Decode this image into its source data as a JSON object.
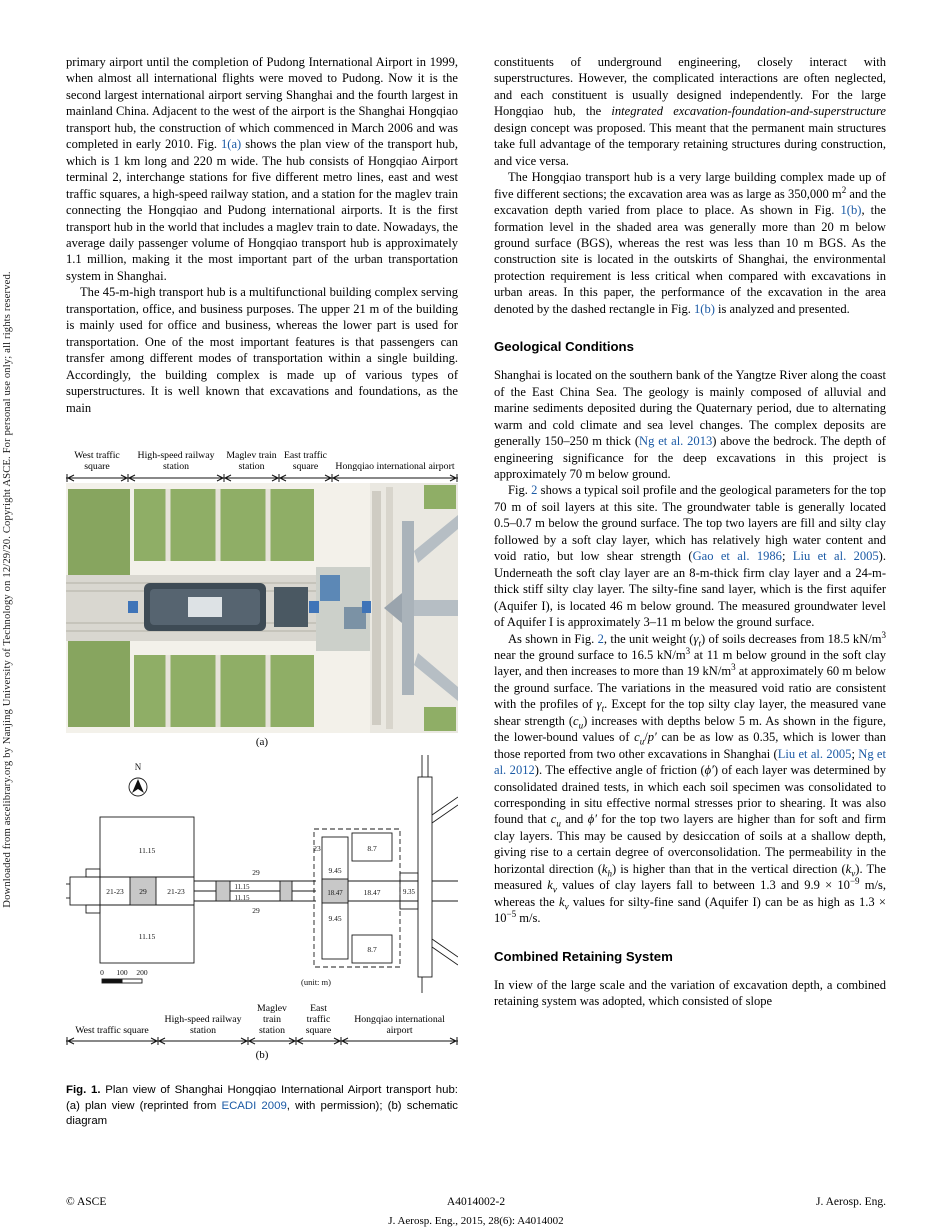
{
  "watermark": "Downloaded from ascelibrary.org by Nanjing University of Technology on 12/29/20. Copyright ASCE. For personal use only; all rights reserved.",
  "left_column": {
    "para1": [
      {
        "t": "primary airport until the completion of Pudong International Airport in 1999, when almost all international flights were moved to Pudong. Now it is the second largest international airport serving Shanghai and the fourth largest in mainland China. Adjacent to the west of the airport is the Shanghai Hongqiao transport hub, the construction of which commenced in March 2006 and was completed in early 2010. Fig. "
      },
      {
        "t": "1(a)",
        "link": true
      },
      {
        "t": " shows the plan view of the transport hub, which is 1 km long and 220 m wide. The hub consists of Hongqiao Airport terminal 2, interchange stations for five different metro lines, east and west traffic squares, a high-speed railway station, and a station for the maglev train connecting the Hongqiao and Pudong international airports. It is the first transport hub in the world that includes a maglev train to date. Nowadays, the average daily passenger volume of Hongqiao transport hub is approximately 1.1 million, making it the most important part of the urban transportation system in Shanghai."
      }
    ],
    "para2": [
      {
        "t": "The 45-m-high transport hub is a multifunctional building complex serving transportation, office, and business purposes. The upper 21 m of the building is mainly used for office and business, whereas the lower part is used for transportation. One of the most important features is that passengers can transfer among different modes of transportation within a single building. Accordingly, the building complex is made up of various types of superstructures. It is well known that excavations and foundations, as the main"
      }
    ]
  },
  "right_column": {
    "para1": [
      {
        "t": "constituents of underground engineering, closely interact with superstructures. However, the complicated interactions are often neglected, and each constituent is usually designed independently. For the large Hongqiao hub, the "
      },
      {
        "t": "integrated excavation-foundation-and-superstructure",
        "italic": true
      },
      {
        "t": " design concept was proposed. This meant that the permanent main structures take full advantage of the temporary retaining structures during construction, and vice versa."
      }
    ],
    "para2": [
      {
        "t": "The Hongqiao transport hub is a very large building complex made up of five different sections; the excavation area was as large as 350,000 m"
      },
      {
        "t": "2",
        "sup": true
      },
      {
        "t": " and the excavation depth varied from place to place. As shown in Fig. "
      },
      {
        "t": "1(b)",
        "link": true
      },
      {
        "t": ", the formation level in the shaded area was generally more than 20 m below ground surface (BGS), whereas the rest was less than 10 m BGS. As the construction site is located in the outskirts of Shanghai, the environmental protection requirement is less critical when compared with excavations in urban areas. In this paper, the performance of the excavation in the area denoted by the dashed rectangle in Fig. "
      },
      {
        "t": "1(b)",
        "link": true
      },
      {
        "t": " is analyzed and presented."
      }
    ],
    "heading_geological": "Geological Conditions",
    "geo_para1": [
      {
        "t": "Shanghai is located on the southern bank of the Yangtze River along the coast of the East China Sea. The geology is mainly composed of alluvial and marine sediments deposited during the Quaternary period, due to alternating warm and cold climate and sea level changes. The complex deposits are generally 150–250 m thick ("
      },
      {
        "t": "Ng et al. 2013",
        "link": true
      },
      {
        "t": ") above the bedrock. The depth of engineering significance for the deep excavations in this project is approximately 70 m below ground."
      }
    ],
    "geo_para2": [
      {
        "t": "Fig. "
      },
      {
        "t": "2",
        "link": true
      },
      {
        "t": " shows a typical soil profile and the geological parameters for the top 70 m of soil layers at this site. The groundwater table is generally located 0.5–0.7 m below the ground surface. The top two layers are fill and silty clay followed by a soft clay layer, which has relatively high water content and void ratio, but low shear strength ("
      },
      {
        "t": "Gao et al. 1986",
        "link": true
      },
      {
        "t": "; "
      },
      {
        "t": "Liu et al. 2005",
        "link": true
      },
      {
        "t": "). Underneath the soft clay layer are an 8-m-thick firm clay layer and a 24-m-thick stiff silty clay layer. The silty-fine sand layer, which is the first aquifer (Aquifer I), is located 46 m below ground. The measured groundwater level of Aquifer I is approximately 3–11 m below the ground surface."
      }
    ],
    "geo_para3": [
      {
        "t": "As shown in Fig. "
      },
      {
        "t": "2",
        "link": true
      },
      {
        "t": ", the unit weight ("
      },
      {
        "t": "γ",
        "italic": true
      },
      {
        "t": "t",
        "sub": true,
        "italic": true
      },
      {
        "t": ") of soils decreases from 18.5 kN/m"
      },
      {
        "t": "3",
        "sup": true
      },
      {
        "t": " near the ground surface to 16.5 kN/m"
      },
      {
        "t": "3",
        "sup": true
      },
      {
        "t": " at 11 m below ground in the soft clay layer, and then increases to more than 19 kN/m"
      },
      {
        "t": "3",
        "sup": true
      },
      {
        "t": " at approximately 60 m below the ground surface. The variations in the measured void ratio are consistent with the profiles of "
      },
      {
        "t": "γ",
        "italic": true
      },
      {
        "t": "t",
        "sub": true,
        "italic": true
      },
      {
        "t": ". Except for the top silty clay layer, the measured vane shear strength ("
      },
      {
        "t": "c",
        "italic": true
      },
      {
        "t": "u",
        "sub": true,
        "italic": true
      },
      {
        "t": ") increases with depths below 5 m. As shown in the figure, the lower-bound values of "
      },
      {
        "t": "c",
        "italic": true
      },
      {
        "t": "u",
        "sub": true,
        "italic": true
      },
      {
        "t": "/"
      },
      {
        "t": "p",
        "italic": true
      },
      {
        "t": "′",
        "italic": true
      },
      {
        "t": " can be as low as 0.35, which is lower than those reported from two other excavations in Shanghai ("
      },
      {
        "t": "Liu et al. 2005",
        "link": true
      },
      {
        "t": "; "
      },
      {
        "t": "Ng et al. 2012",
        "link": true
      },
      {
        "t": "). The effective angle of friction ("
      },
      {
        "t": "ϕ",
        "italic": true
      },
      {
        "t": "′",
        "italic": true
      },
      {
        "t": ") of each layer was determined by consolidated drained tests, in which each soil specimen was consolidated to corresponding in situ effective normal stresses prior to shearing. It was also found that "
      },
      {
        "t": "c",
        "italic": true
      },
      {
        "t": "u",
        "sub": true,
        "italic": true
      },
      {
        "t": " and "
      },
      {
        "t": "ϕ",
        "italic": true
      },
      {
        "t": "′",
        "italic": true
      },
      {
        "t": " for the top two layers are higher than for soft and firm clay layers. This may be caused by desiccation of soils at a shallow depth, giving rise to a certain degree of overconsolidation. The permeability in the horizontal direction ("
      },
      {
        "t": "k",
        "italic": true
      },
      {
        "t": "h",
        "sub": true,
        "italic": true
      },
      {
        "t": ") is higher than that in the vertical direction ("
      },
      {
        "t": "k",
        "italic": true
      },
      {
        "t": "v",
        "sub": true,
        "italic": true
      },
      {
        "t": "). The measured "
      },
      {
        "t": "k",
        "italic": true
      },
      {
        "t": "v",
        "sub": true,
        "italic": true
      },
      {
        "t": " values of clay layers fall to between 1.3 and 9.9 × 10"
      },
      {
        "t": "−9",
        "sup": true
      },
      {
        "t": " m/s, whereas the "
      },
      {
        "t": "k",
        "italic": true
      },
      {
        "t": "v",
        "sub": true,
        "italic": true
      },
      {
        "t": " values for silty-fine sand (Aquifer I) can be as high as 1.3 × 10"
      },
      {
        "t": "−5",
        "sup": true
      },
      {
        "t": " m/s."
      }
    ],
    "heading_retaining": "Combined Retaining System",
    "retain_para": [
      {
        "t": "In view of the large scale and the variation of excavation depth, a combined retaining system was adopted, which consisted of slope"
      }
    ]
  },
  "figure1": {
    "panel_a": {
      "labels": [
        "West traffic square",
        "High-speed railway station",
        "Maglev train station",
        "East traffic square",
        "Hongqiao international airport"
      ],
      "tag": "(a)"
    },
    "panel_b": {
      "labels": [
        "West traffic square",
        "High-speed railway station",
        "Maglev train station",
        "East traffic square",
        "Hongqiao international airport"
      ],
      "tag": "(b)",
      "north": "N",
      "unit": "(unit: m)",
      "scale": [
        "0",
        "100",
        "200"
      ],
      "dims": [
        "11.15",
        "21-23",
        "29",
        "21-23",
        "11.15",
        "29",
        "11.15",
        "11.15",
        "29",
        "23",
        "9.45",
        "18.47",
        "18.47",
        "9.45",
        "8.7",
        "8.7",
        "9.35"
      ]
    },
    "caption": [
      {
        "t": "Fig. 1.",
        "bold": true
      },
      {
        "t": " Plan view of Shanghai Hongqiao International Airport transport hub: (a) plan view (reprinted from "
      },
      {
        "t": "ECADI 2009",
        "link": true
      },
      {
        "t": ", with permission); (b) schematic diagram"
      }
    ]
  },
  "footer": {
    "left": "© ASCE",
    "center": "A4014002-2",
    "right": "J. Aerosp. Eng.",
    "bottom": "J. Aerosp. Eng., 2015, 28(6): A4014002"
  },
  "colors": {
    "link": "#1b5aa5",
    "shaded_fill": "#c8c8c8"
  }
}
